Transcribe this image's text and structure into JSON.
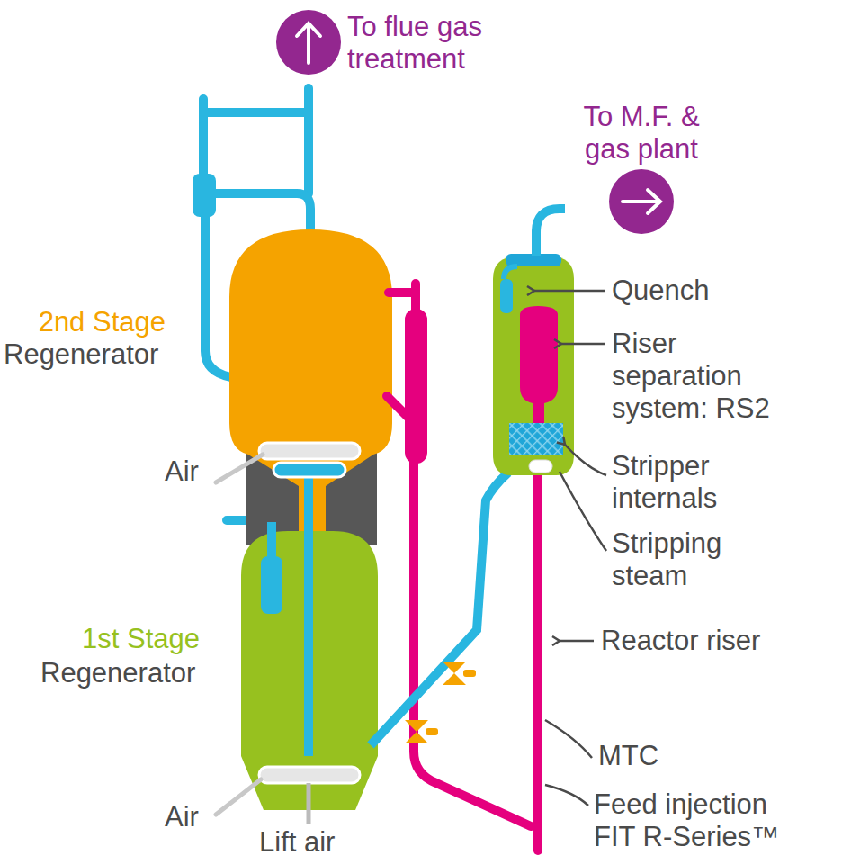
{
  "diagram": {
    "labels": [
      "To flue gas treatment",
      "To M.F. & gas plant",
      "2nd Stage",
      "Regenerator",
      "1st Stage",
      "Regenerator",
      "Air",
      "Air",
      "Lift air",
      "Quench",
      "Riser separation system: RS2",
      "Stripper internals",
      "Stripping steam",
      "Reactor riser",
      "MTC",
      "Feed injection FIT R-Series™"
    ]
  }
}
